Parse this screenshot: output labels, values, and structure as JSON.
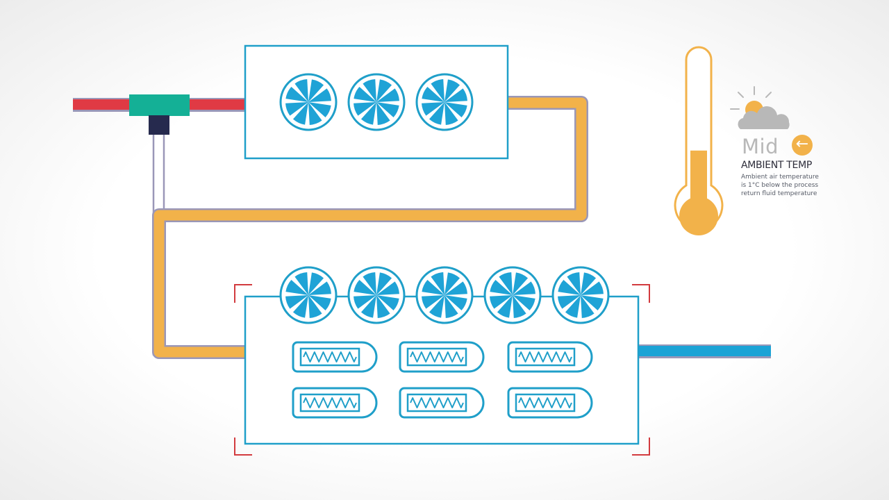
{
  "colors": {
    "hot_pipe": "#e03a44",
    "warm_pipe": "#f2b24a",
    "cold_pipe": "#1ba3d6",
    "pipe_edge": "#9a97b8",
    "valve": "#14b096",
    "valve_actuator": "#262a4e",
    "unit_outline": "#1f9fc9",
    "fan_blades": "#1fa3d6",
    "frame_marks": "#d23a3e",
    "thermometer": "#f2b24a",
    "weather_sun": "#f2b24a",
    "weather_cloud": "#b8b8b8"
  },
  "ambient": {
    "mode": "Mid",
    "title": "AMBIENT TEMP",
    "description": "Ambient air temperature is 1°C below the process return fluid temperature",
    "back_icon": "arrow-left-icon",
    "weather_icon": "partly-cloudy-icon"
  },
  "thermometer": {
    "level": 0.4
  },
  "upper_unit": {
    "fan_count": 3
  },
  "lower_unit": {
    "fan_count": 5,
    "coil_rows": 2,
    "coils_per_row": 3
  }
}
